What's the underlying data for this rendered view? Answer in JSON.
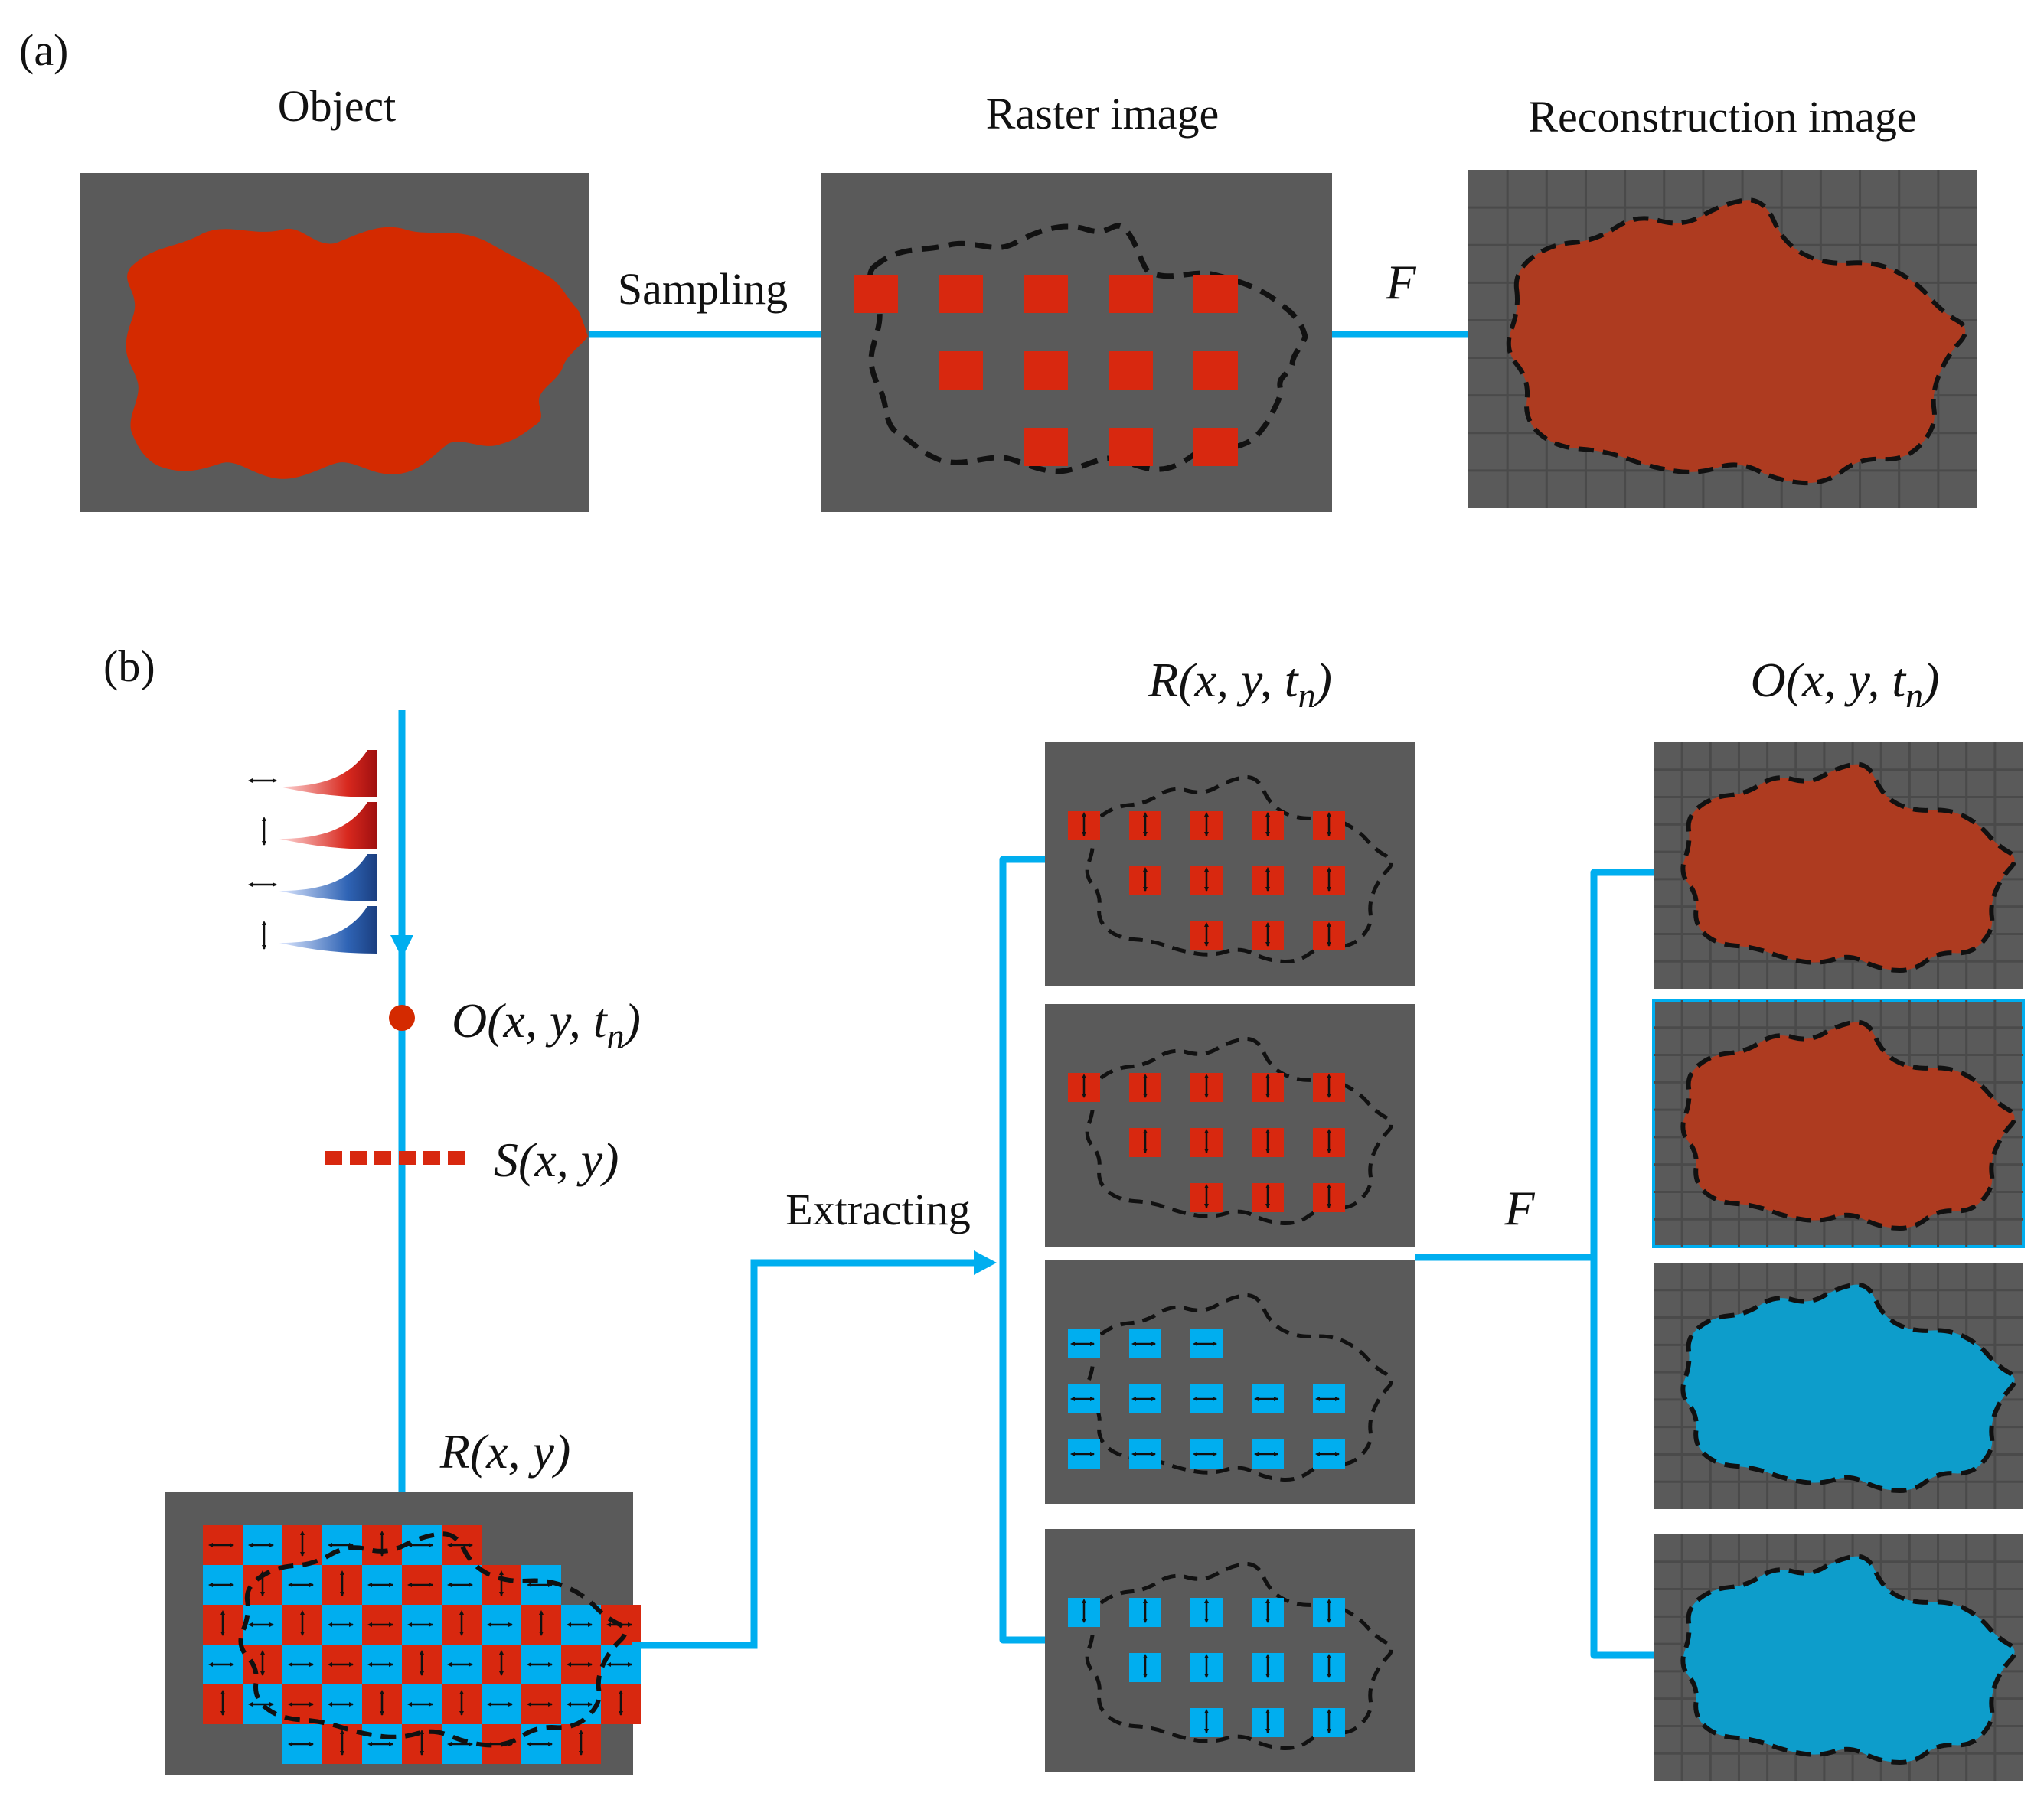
{
  "panel_a": {
    "label": "(a)",
    "object_title": "Object",
    "raster_title": "Raster image",
    "reconstruction_title": "Reconstruction image",
    "sampling_label": "Sampling",
    "f_label": "F"
  },
  "panel_b": {
    "label": "(b)",
    "object_func": {
      "pre": "O(x, y, t",
      "sub": "n",
      "post": ")"
    },
    "sampling_func": "S(x, y)",
    "raster_func": "R(x, y)",
    "extracting_label": "Extracting",
    "f_label": "F",
    "extracted_title": {
      "pre": "R(x, y, t",
      "sub": "n",
      "post": ")"
    },
    "reconstructed_title": {
      "pre": "O(x, y, t",
      "sub": "n",
      "post": ")"
    },
    "channels": [
      {
        "color": "red",
        "polarization": "vertical"
      },
      {
        "color": "red",
        "polarization": "vertical"
      },
      {
        "color": "blue",
        "polarization": "horizontal"
      },
      {
        "color": "blue",
        "polarization": "vertical"
      }
    ],
    "pulses": [
      {
        "color": "red",
        "polarization": "horizontal"
      },
      {
        "color": "red",
        "polarization": "vertical"
      },
      {
        "color": "blue",
        "polarization": "horizontal"
      },
      {
        "color": "blue",
        "polarization": "vertical"
      }
    ]
  },
  "colors": {
    "background_panel": "#5a5a5a",
    "object_red": "#d42a00",
    "recon_red": "#b23a1e",
    "sample_red": "#d8280f",
    "cyan": "#00aeef",
    "recon_blue": "#0aa0d0",
    "dashed_outline": "#111111",
    "grid_line": "#4a4a4a",
    "pulse_red": "#c8201a",
    "pulse_blue": "#2a5ea8"
  }
}
